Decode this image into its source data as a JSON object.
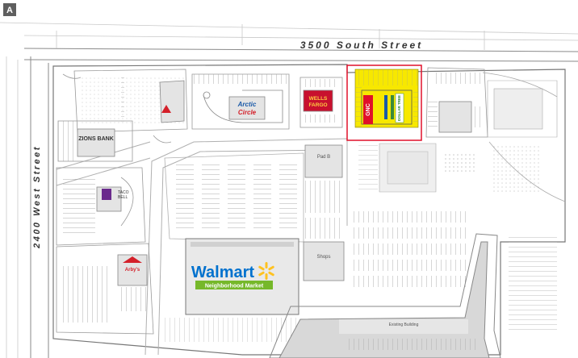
{
  "site_plan": {
    "north_marker": "A",
    "streets": {
      "north": "3500 South Street",
      "west": "2400 West Street"
    },
    "tenants": {
      "zions_bank": "ZIONS BANK",
      "arctic_circle_top": "Arctic",
      "arctic_circle_bottom": "Circle",
      "wells_fargo_top": "WELLS",
      "wells_fargo_bottom": "FARGO",
      "gnc": "GNC",
      "dollar_tree": "DOLLAR TREE",
      "taco_bell_top": "TACO",
      "taco_bell_bottom": "BELL",
      "arbys": "Arby's",
      "walmart": "Walmart",
      "walmart_sub": "Neighborhood Market",
      "pad_b": "Pad B",
      "shops": "Shops",
      "existing_building": "Existing Building"
    },
    "colors": {
      "highlight_fill": "#f7e800",
      "highlight_border": "#e0102a",
      "walmart_blue": "#0071ce",
      "walmart_spark": "#ffc220",
      "walmart_sub_bg": "#76b82a",
      "building_grey": "#e4e4e4",
      "parking_grey": "#9a9a9a",
      "landscape_grey": "#c9c9c9"
    }
  }
}
